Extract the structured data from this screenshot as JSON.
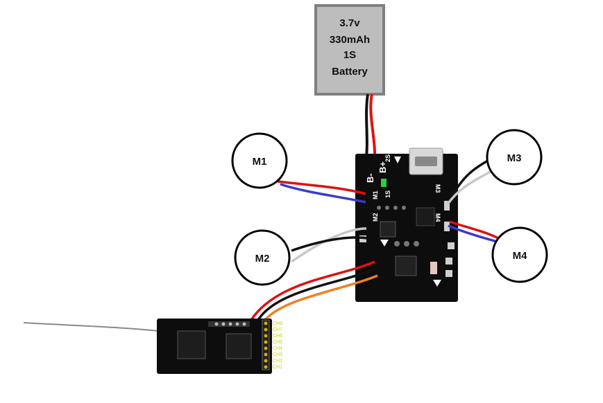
{
  "battery": {
    "lines": [
      "3.7v",
      "330mAh",
      "1S",
      "Battery"
    ]
  },
  "motors": [
    {
      "id": "m1",
      "label": "M1"
    },
    {
      "id": "m2",
      "label": "M2"
    },
    {
      "id": "m3",
      "label": "M3"
    },
    {
      "id": "m4",
      "label": "M4"
    }
  ],
  "flight_controller": {
    "pads": {
      "b_plus": "B+",
      "b_minus": "B-",
      "m1": "M1",
      "m2": "M2",
      "m3": "M3",
      "m4": "M4",
      "s2": "2S",
      "s1": "1S"
    }
  },
  "receiver": {
    "channels": [
      "CH8",
      "CH7",
      "CH6",
      "CH5",
      "CH4",
      "CH3",
      "CH2",
      "CH1"
    ]
  },
  "colors": {
    "battery_fill": "#bdbdbd",
    "battery_border": "#808080",
    "board": "#0d0d0d",
    "wire_red": "#e01010",
    "wire_blue": "#3a3ad0",
    "wire_black": "#111111",
    "wire_white": "#c8c8c8",
    "wire_orange": "#f08020",
    "channel_text": "#c8d400"
  }
}
